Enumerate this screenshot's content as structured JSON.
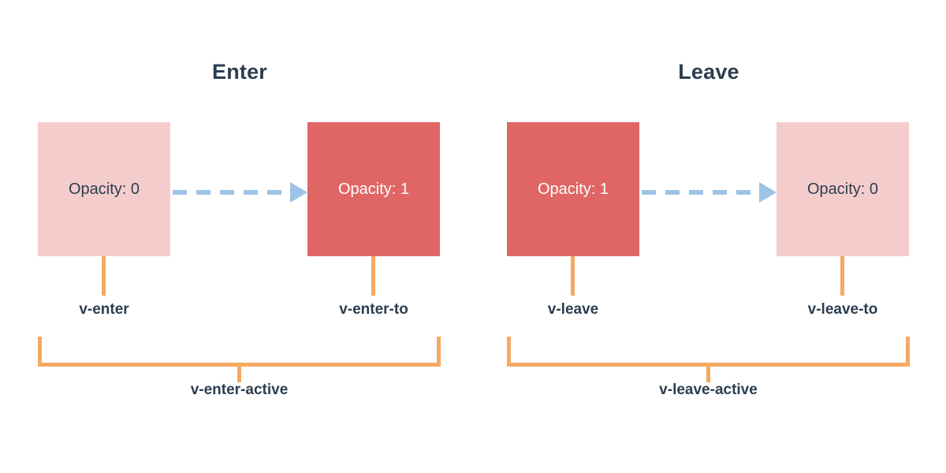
{
  "theme": {
    "background": "#ffffff",
    "text_dark": "#2c3e50",
    "text_light": "#ffffff",
    "box_light": "#f5cccc",
    "box_solid": "#e06666",
    "arrow": "#9dc3e6",
    "bracket": "#f5a962"
  },
  "panels": [
    {
      "id": "enter",
      "title": "Enter",
      "from_box": {
        "label": "Opacity: 0",
        "fill": "light",
        "class_name": "v-enter"
      },
      "to_box": {
        "label": "Opacity: 1",
        "fill": "solid",
        "class_name": "v-enter-to"
      },
      "active_class": "v-enter-active"
    },
    {
      "id": "leave",
      "title": "Leave",
      "from_box": {
        "label": "Opacity: 1",
        "fill": "solid",
        "class_name": "v-leave"
      },
      "to_box": {
        "label": "Opacity: 0",
        "fill": "light",
        "class_name": "v-leave-to"
      },
      "active_class": "v-leave-active"
    }
  ]
}
